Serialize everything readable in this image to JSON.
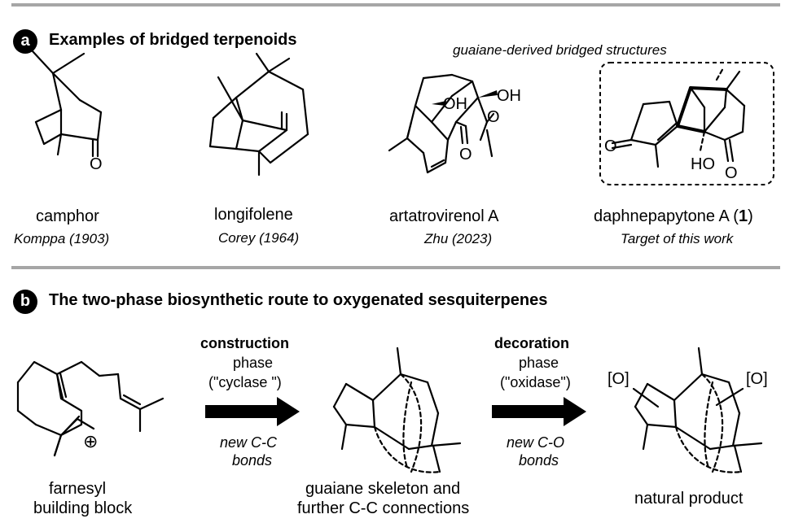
{
  "section_a": {
    "badge": "a",
    "title": "Examples of bridged terpenoids",
    "guaiane_note": "guaiane-derived bridged structures",
    "compounds": [
      {
        "name": "camphor",
        "citation": "Komppa (1903)"
      },
      {
        "name": "longifolene",
        "citation": "Corey (1964)"
      },
      {
        "name": "artatrovirenol A",
        "citation": "Zhu (2023)"
      },
      {
        "name_prefix": "daphnepapytone A (",
        "name_number": "1",
        "name_suffix": ")",
        "citation": "Target of this work"
      }
    ],
    "atom_labels": {
      "O": "O",
      "OH": "OH",
      "HO": "HO"
    }
  },
  "section_b": {
    "badge": "b",
    "title": "The two-phase biosynthetic route to oxygenated sesquiterpenes",
    "construction": {
      "bold": "construction",
      "phase": "phase",
      "paren": "(\"cyclase \")",
      "bonds_line1": "new C-C",
      "bonds_line2": "bonds"
    },
    "decoration": {
      "bold": "decoration",
      "phase": "phase",
      "paren": "(\"oxidase\")",
      "bonds_line1": "new C-O",
      "bonds_line2": "bonds"
    },
    "labels": {
      "farnesyl_line1": "farnesyl",
      "farnesyl_line2": "building block",
      "guaiane_line1": "guaiane skeleton and",
      "guaiane_line2": "further C-C connections",
      "natural_product": "natural product",
      "oxygen_tag": "[O]",
      "cation": "⊕"
    }
  }
}
